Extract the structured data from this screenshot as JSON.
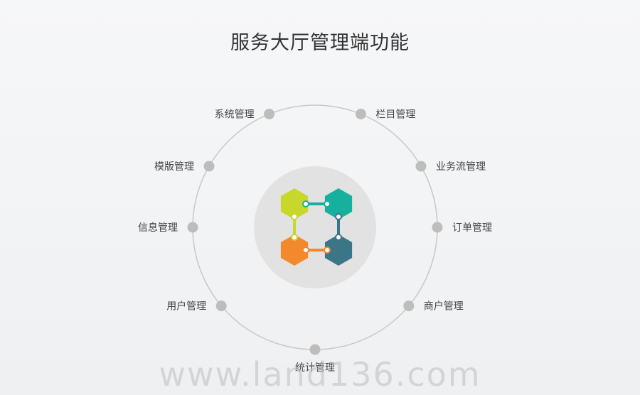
{
  "title": "服务大厅管理端功能",
  "nodes": [
    {
      "label": "系统管理",
      "angle": -112,
      "side": "left"
    },
    {
      "label": "栏目管理",
      "angle": -68,
      "side": "right"
    },
    {
      "label": "业务流管理",
      "angle": -30,
      "side": "right"
    },
    {
      "label": "订单管理",
      "angle": 0,
      "side": "right"
    },
    {
      "label": "商户管理",
      "angle": 40,
      "side": "right"
    },
    {
      "label": "统计管理",
      "angle": 90,
      "side": "below"
    },
    {
      "label": "用户管理",
      "angle": 140,
      "side": "left"
    },
    {
      "label": "信息管理",
      "angle": 180,
      "side": "left"
    },
    {
      "label": "模版管理",
      "angle": 210,
      "side": "left"
    }
  ],
  "hexagons": [
    {
      "name": "lime",
      "color": "#c7d82b"
    },
    {
      "name": "teal",
      "color": "#17b09e"
    },
    {
      "name": "orange",
      "color": "#f2892c"
    },
    {
      "name": "blue",
      "color": "#3a7688"
    }
  ],
  "colors": {
    "ring": "#c8c8c8",
    "dot": "#bdbdbd",
    "center": "#e2e2e2"
  },
  "watermark": "www.land136.com"
}
